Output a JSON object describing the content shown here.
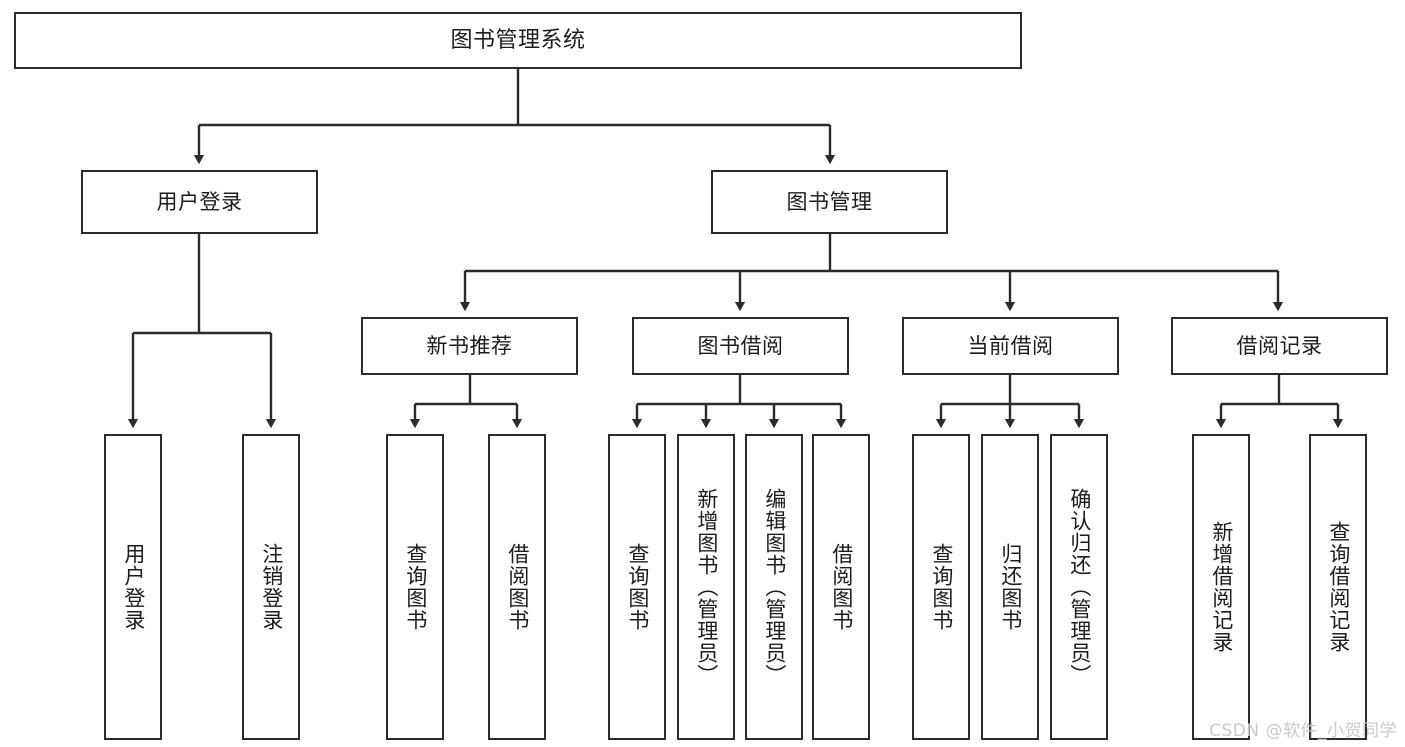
{
  "diagram": {
    "title": "图书管理系统",
    "type": "tree",
    "watermark": "CSDN @软件_小贺同学",
    "colors": {
      "border": "#2b2b2b",
      "background": "#ffffff",
      "text": "#1c1c1c",
      "edge": "#2b2b2b",
      "watermark": "#c9c9c9"
    }
  },
  "nodes": {
    "root": {
      "label": "图书管理系统"
    },
    "level1": [
      {
        "id": "user-login",
        "label": "用户登录"
      },
      {
        "id": "book-manage",
        "label": "图书管理"
      }
    ],
    "level2": [
      {
        "id": "new-book-recommend",
        "label": "新书推荐"
      },
      {
        "id": "book-borrow",
        "label": "图书借阅"
      },
      {
        "id": "current-borrow",
        "label": "当前借阅"
      },
      {
        "id": "borrow-record",
        "label": "借阅记录"
      }
    ],
    "leaves": {
      "user-login": [
        {
          "id": "leaf-user-login",
          "label": "用户登录"
        },
        {
          "id": "leaf-logout",
          "label": "注销登录"
        }
      ],
      "new-book-recommend": [
        {
          "id": "leaf-query-book-1",
          "label": "查询图书"
        },
        {
          "id": "leaf-borrow-book-1",
          "label": "借阅图书"
        }
      ],
      "book-borrow": [
        {
          "id": "leaf-query-book-2",
          "label": "查询图书"
        },
        {
          "id": "leaf-add-book",
          "label": "新增图书（管理员）"
        },
        {
          "id": "leaf-edit-book",
          "label": "编辑图书（管理员）"
        },
        {
          "id": "leaf-borrow-book-2",
          "label": "借阅图书"
        }
      ],
      "current-borrow": [
        {
          "id": "leaf-query-book-3",
          "label": "查询图书"
        },
        {
          "id": "leaf-return-book",
          "label": "归还图书"
        },
        {
          "id": "leaf-confirm-return",
          "label": "确认归还（管理员）"
        }
      ],
      "borrow-record": [
        {
          "id": "leaf-add-record",
          "label": "新增借阅记录"
        },
        {
          "id": "leaf-query-record",
          "label": "查询借阅记录"
        }
      ]
    }
  }
}
